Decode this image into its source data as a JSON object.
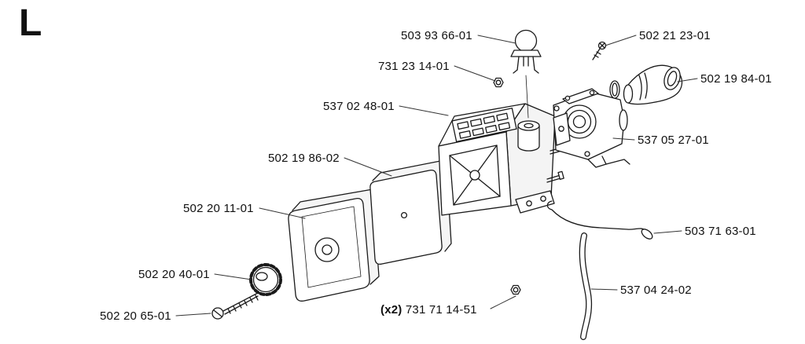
{
  "page": {
    "section_letter": "L",
    "background_color": "#ffffff",
    "ink_color": "#111111"
  },
  "callouts": [
    {
      "text": "503 93 66-01"
    },
    {
      "text": "502 21 23-01"
    },
    {
      "text": "731 23 14-01"
    },
    {
      "text": "502 19 84-01"
    },
    {
      "text": "537 02 48-01"
    },
    {
      "text": "537 05 27-01"
    },
    {
      "text": "502 19 86-02"
    },
    {
      "text": "502 20 11-01"
    },
    {
      "text": "503 71 63-01"
    },
    {
      "text": "502 20 40-01"
    },
    {
      "text": "537 04 24-02"
    },
    {
      "text": "502 20 65-01"
    },
    {
      "prefix": "(x2)",
      "text": "731 71 14-51"
    }
  ]
}
